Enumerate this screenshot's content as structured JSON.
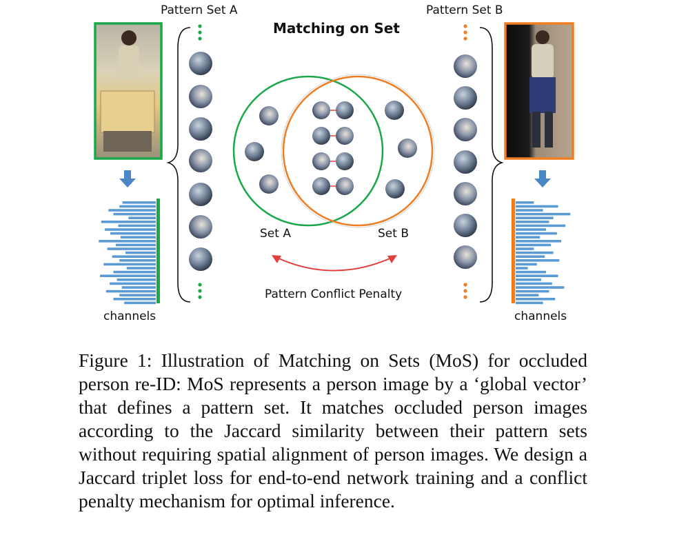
{
  "figure": {
    "title": "Matching on Set",
    "pattern_set_a_label": "Pattern Set A",
    "pattern_set_b_label": "Pattern Set B",
    "set_a_label": "Set A",
    "set_b_label": "Set B",
    "penalty_label": "Pattern Conflict Penalty",
    "channels_label_left": "channels",
    "channels_label_right": "channels",
    "colors": {
      "set_a": "#1aa84a",
      "set_b": "#f07d22",
      "bars": "#5b9bd5",
      "penalty_arrow": "#e0413f",
      "down_arrow": "#4a87c7"
    },
    "bars_left": [
      0.55,
      0.6,
      0.78,
      0.7,
      0.45,
      0.9,
      0.62,
      0.84,
      0.75,
      0.58,
      0.94,
      0.66,
      0.8,
      0.5,
      0.72,
      0.6,
      0.86,
      0.48,
      0.7,
      0.92,
      0.64,
      0.76,
      0.56,
      0.82,
      0.6,
      0.7,
      0.52
    ],
    "bars_right": [
      0.3,
      0.7,
      0.45,
      0.9,
      0.62,
      0.55,
      0.82,
      0.5,
      0.68,
      0.4,
      0.75,
      0.58,
      0.3,
      0.62,
      0.48,
      0.72,
      0.35,
      0.2,
      0.5,
      0.7,
      0.42,
      0.6,
      0.8,
      0.55,
      0.38,
      0.65,
      0.45
    ]
  },
  "caption": "Figure 1: Illustration of Matching on Sets (MoS) for occluded person re-ID: MoS represents a person image by a ‘global vector’ that defines a pattern set. It matches occluded person images according to the Jaccard similarity between their pattern sets without requiring spatial alignment of person images. We design a Jaccard triplet loss for end-to-end network training and a conflict penalty mechanism for optimal inference."
}
